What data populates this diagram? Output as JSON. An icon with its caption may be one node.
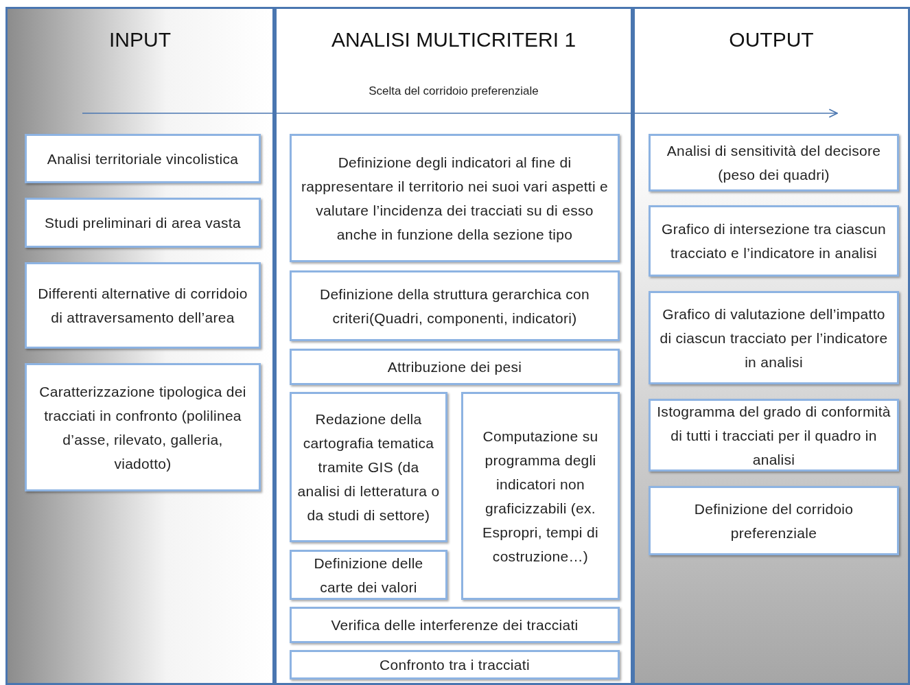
{
  "diagram": {
    "nodes": [
      {
        "text": [
          "INPUT"
        ]
      },
      {
        "text": [
          "ANALISI MULTICRITERI 1",
          "Scelta del corridoio preferenziale"
        ]
      },
      {
        "text": [
          "OUTPUT"
        ]
      },
      {
        "text": [
          "Analisi territoriale vincolistica"
        ],
        "in": 0
      },
      {
        "text": [
          "Studi preliminari di area vasta"
        ],
        "in": 0
      },
      {
        "text": [
          "Differenti alternative di corridoio di attraversamento dell’area"
        ],
        "in": 0
      },
      {
        "text": [
          "Caratterizzazione tipologica dei tracciati in confronto (polilinea d’asse, rilevato, galleria, viadotto)"
        ],
        "in": 0
      },
      {
        "text": [
          "Definizione degli indicatori al fine di rappresentare il territorio nei suoi vari aspetti e valutare l’incidenza dei tracciati su di esso anche in funzione della sezione tipo"
        ],
        "in": 1
      },
      {
        "text": [
          "Definizione della struttura gerarchica con criteri(Quadri, componenti, indicatori)"
        ],
        "in": 1
      },
      {
        "text": [
          "Attribuzione dei pesi"
        ],
        "in": 1
      },
      {
        "text": [
          "Redazione della cartografia tematica tramite GIS (da analisi di letteratura o da studi di settore)"
        ],
        "in": 1
      },
      {
        "text": [
          "Computazione su programma degli indicatori non graficizzabili (ex. Espropri, tempi di costruzione…)"
        ],
        "in": 1
      },
      {
        "text": [
          "Definizione delle carte dei valori"
        ],
        "in": 1
      },
      {
        "text": [
          "Verifica delle interferenze dei tracciati"
        ],
        "in": 1
      },
      {
        "text": [
          "Confronto tra i tracciati"
        ],
        "in": 1
      },
      {
        "text": [
          "Analisi di sensitività del decisore (peso dei quadri)"
        ],
        "in": 2
      },
      {
        "text": [
          "Grafico di intersezione tra ciascun tracciato e l’indicatore in analisi"
        ],
        "in": 2
      },
      {
        "text": [
          "Grafico di valutazione dell’impatto di ciascun tracciato per l’indicatore in analisi"
        ],
        "in": 2
      },
      {
        "text": [
          "Istogramma del grado di conformità di tutti i tracciati per il quadro in analisi"
        ],
        "in": 2
      },
      {
        "text": [
          "Definizione del corridoio preferenziale"
        ],
        "in": 2
      }
    ]
  }
}
